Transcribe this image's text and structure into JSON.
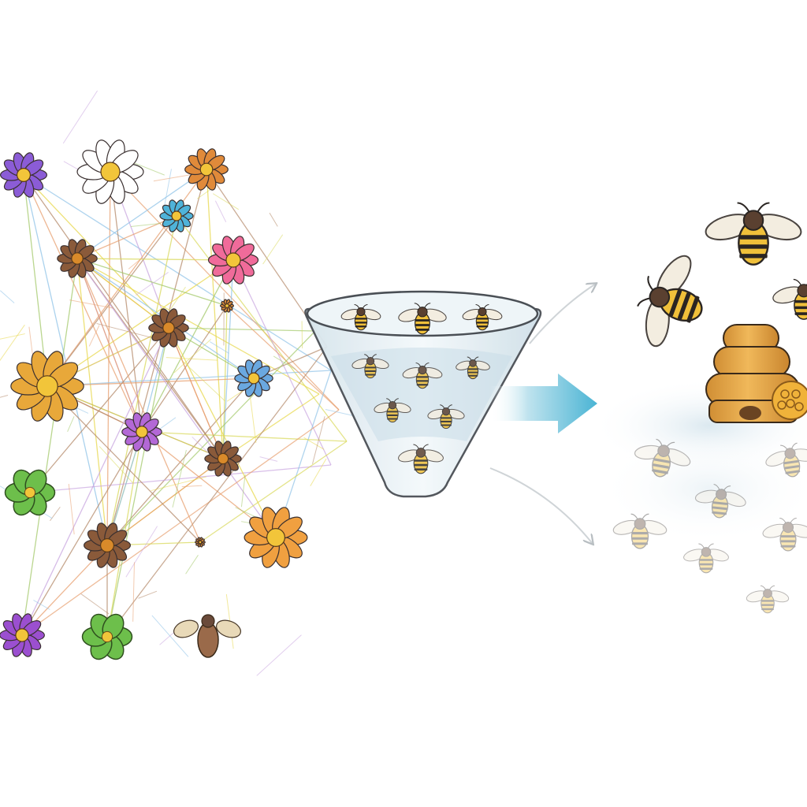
{
  "network": {
    "flowers": [
      {
        "kind": "flower",
        "color": "#8b5cd6"
      },
      {
        "kind": "flower",
        "color": "#ffffff"
      },
      {
        "kind": "flower",
        "color": "#e08a3a"
      },
      {
        "kind": "flower",
        "color": "#4fb3d9"
      },
      {
        "kind": "flower",
        "color": "#8a5a3a"
      },
      {
        "kind": "flower",
        "color": "#f06b9a"
      },
      {
        "kind": "flower",
        "color": "#8a5a3a"
      },
      {
        "kind": "flower",
        "color": "#e8a83a"
      },
      {
        "kind": "flower",
        "color": "#d98a3a"
      },
      {
        "kind": "flower",
        "color": "#6aa8e0"
      },
      {
        "kind": "flower",
        "color": "#b368d6"
      },
      {
        "kind": "flower",
        "color": "#8a5a3a"
      },
      {
        "kind": "leaf-flower",
        "color": "#6dbf4b"
      },
      {
        "kind": "flower",
        "color": "#8a5a3a"
      },
      {
        "kind": "flower",
        "color": "#f0a040"
      },
      {
        "kind": "flower",
        "color": "#9b4fd0"
      },
      {
        "kind": "leaf-flower",
        "color": "#6dbf4b"
      },
      {
        "kind": "flower",
        "color": "#d98a3a"
      }
    ],
    "line_colors": [
      "#e8d84a",
      "#c9a6e0",
      "#a3c96a",
      "#8fc3e8",
      "#e8a070",
      "#b58a6a",
      "#d9d95a"
    ]
  },
  "funnel": {
    "bees_count": 9,
    "glass_color": "#dfeaf0",
    "liquid_color": "#c8dde8"
  },
  "arrow": {
    "color": "#4ab4d4"
  },
  "output": {
    "hive_color": "#e0a64a",
    "bee_stripe_color": "#2a2522",
    "bee_body_color": "#f0c03a"
  }
}
